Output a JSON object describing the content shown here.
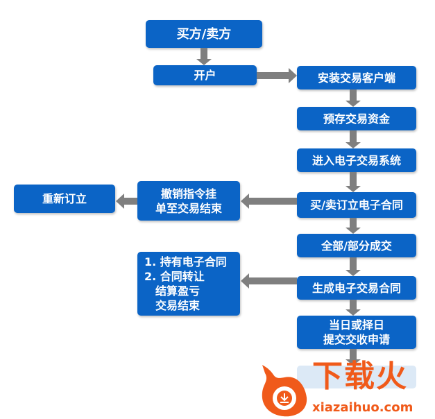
{
  "nodes": {
    "buyer_seller": "买方/卖方",
    "open_account": "开户",
    "install_client": "安装交易客户端",
    "deposit_funds": "预存交易资金",
    "enter_system": "进入电子交易系统",
    "sign_contract": "买/卖订立电子合同",
    "deal": "全部/部分成交",
    "generate_contract": "生成电子交易合同",
    "delivery_line1": "当日或择日",
    "delivery_line2": "提交交收申请",
    "cancel_line1": "撤销指令挂",
    "cancel_line2": "单至交易结束",
    "re_sign": "重新订立",
    "hold_line1": "1. 持有电子合同",
    "hold_line2": "2. 合同转让",
    "hold_line3": "结算盈亏",
    "hold_line4": "交易结束"
  },
  "watermark": {
    "title": "下载火",
    "url": "xiazaihuo.com"
  },
  "colors": {
    "box": "#0b64c6",
    "arrow": "#7f7f7f",
    "watermark": "#f05a1a"
  }
}
